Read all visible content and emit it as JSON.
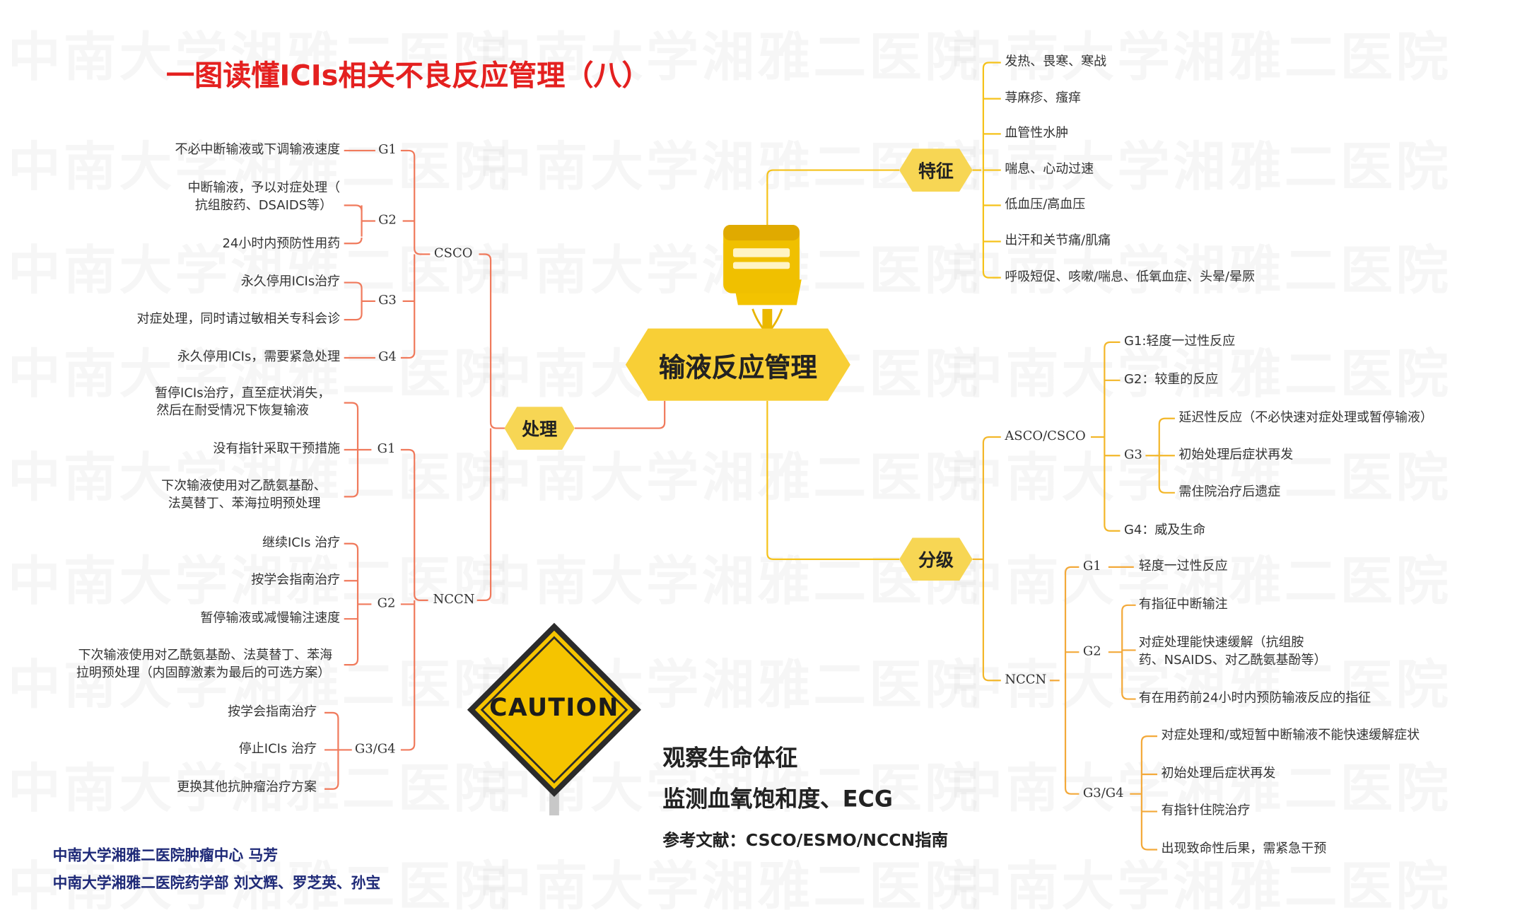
{
  "title": "一图读懂ICIs相关不良反应管理（八）",
  "watermark": "中南大学湘雅二医院",
  "central": "输液反应管理",
  "features": {
    "label": "特征",
    "items": [
      "发热、畏寒、寒战",
      "荨麻疹、瘙痒",
      "血管性水肿",
      "喘息、心动过速",
      "低血压/高血压",
      "出汗和关节痛/肌痛",
      "呼吸短促、咳嗽/喘息、低氧血症、头晕/晕厥"
    ]
  },
  "treatment": {
    "label": "处理",
    "csco": {
      "label": "CSCO",
      "g1": {
        "label": "G1",
        "items": [
          "不必中断输液或下调输液速度"
        ]
      },
      "g2": {
        "label": "G2",
        "items": [
          [
            "中断输液，予以对症处理（",
            "抗组胺药、DSAIDS等）"
          ],
          "24小时内预防性用药"
        ]
      },
      "g3": {
        "label": "G3",
        "items": [
          "永久停用ICIs治疗",
          "对症处理，同时请过敏相关专科会诊"
        ]
      },
      "g4": {
        "label": "G4",
        "items": [
          "永久停用ICIs，需要紧急处理"
        ]
      }
    },
    "nccn": {
      "label": "NCCN",
      "g1": {
        "label": "G1",
        "items": [
          [
            "暂停ICIs治疗，直至症状消失，",
            "然后在耐受情况下恢复输液"
          ],
          "没有指针采取干预措施",
          [
            "下次输液使用对乙酰氨基酚、",
            "法莫替丁、苯海拉明预处理"
          ]
        ]
      },
      "g2": {
        "label": "G2",
        "items": [
          "继续ICIs 治疗",
          "按学会指南治疗",
          "暂停输液或减慢输注速度",
          [
            "下次输液使用对乙酰氨基酚、法莫替丁、苯海",
            "拉明预处理（内固醇激素为最后的可选方案）"
          ]
        ]
      },
      "g34": {
        "label": "G3/G4",
        "items": [
          "按学会指南治疗",
          "停止ICIs 治疗",
          "更换其他抗肿瘤治疗方案"
        ]
      }
    }
  },
  "grading": {
    "label": "分级",
    "asco": {
      "label": "ASCO/CSCO",
      "g1": "G1:轻度一过性反应",
      "g2": "G2：较重的反应",
      "g3": {
        "label": "G3",
        "items": [
          "延迟性反应（不必快速对症处理或暂停输液）",
          "初始处理后症状再发",
          "需住院治疗后遗症"
        ]
      },
      "g4": "G4：威及生命"
    },
    "nccn": {
      "label": "NCCN",
      "g1": {
        "label": "G1",
        "items": [
          "轻度一过性反应"
        ]
      },
      "g2": {
        "label": "G2",
        "items": [
          "有指征中断输注",
          [
            "对症处理能快速缓解（抗组胺",
            "药、NSAIDS、对乙酰氨基酚等）"
          ],
          "有在用药前24小时内预防输液反应的指征"
        ]
      },
      "g34": {
        "label": "G3/G4",
        "items": [
          "对症处理和/或短暂中断输液不能快速缓解症状",
          "初始处理后症状再发",
          "有指针住院治疗",
          "出现致命性后果，需紧急干预"
        ]
      }
    }
  },
  "caution": "CAUTION",
  "notes": [
    "观察生命体征",
    "监测血氧饱和度、ECG"
  ],
  "reference": "参考文献：CSCO/ESMO/NCCN指南",
  "credits": [
    "中南大学湘雅二医院肿瘤中心 马芳",
    "中南大学湘雅二医院药学部 刘文辉、罗芝英、孙宝"
  ],
  "colors": {
    "left": "#f07a5c",
    "features": "#f5c21a",
    "asco": "#f3b72a",
    "nccn_right": "#f3a93a",
    "hex": "#f7d654",
    "title": "#e4201f",
    "credit": "#1f2a78"
  }
}
